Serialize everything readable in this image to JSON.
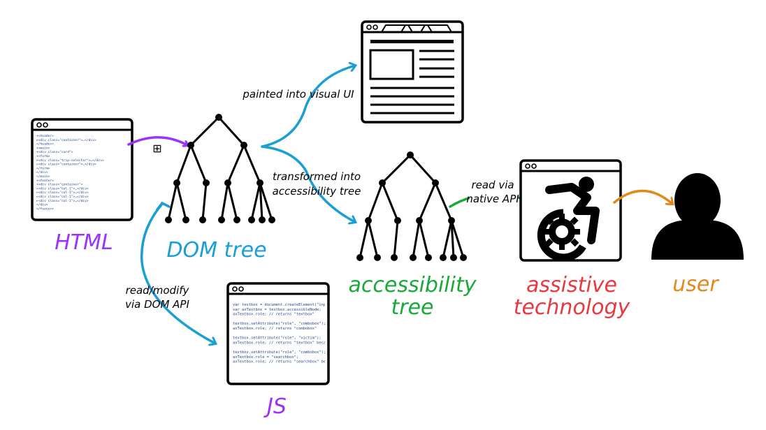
{
  "colors": {
    "html": "#9b30ff",
    "dom": "#1a9fd4",
    "accessibility": "#19a83a",
    "assistive": "#e8393e",
    "user": "#e08a1e",
    "js": "#9b30ff",
    "ink": "#000000"
  },
  "labels": {
    "html": "HTML",
    "dom_tree": "DOM tree",
    "accessibility_line1": "accessibility",
    "accessibility_line2": "tree",
    "assistive_line1": "assistive",
    "assistive_line2": "technology",
    "user": "user",
    "js": "JS"
  },
  "annotations": {
    "painted": "painted into visual UI",
    "transformed_line1": "transformed into",
    "transformed_line2": "accessibility tree",
    "read_modify_line1": "read/modify",
    "read_modify_line2": "via DOM API",
    "read_native_line1": "read via",
    "read_native_line2": "native API"
  },
  "icons": {
    "plus_box": "⊞"
  },
  "html_code": [
    "▾<header>",
    "  ▸<div class=\"container\">…</div>",
    "  </header>",
    "▾<main>",
    "  ▾<div class=\"card\">",
    "    ▾<form>",
    "      ▸<div class=\"trip-selector\">…</div>",
    "      ▸<div class=\"container\">…</div>",
    "    </form>",
    "  </div>",
    "</main>",
    "▾<footer>",
    "  ▾<div class=\"container\">",
    "    ▸<div class=\"col-1\">…</div>",
    "    ▸<div class=\"col-1\">…</div>",
    "    ▸<div class=\"col-1\">…</div>",
    "    ▸<div class=\"col-1\">…</div>",
    "  </div>",
    "</footer>"
  ],
  "js_code": [
    "var textbox = document.createElement(\"input",
    "var axTextbox = textbox.accessibleNode;",
    "axTextbox.role;  // returns \"textbox\"",
    "",
    "textbox.setAttribute(\"role\", \"combobox\");",
    "axTextbox.role;  // returns \"combobox\"",
    "",
    "textbox.setAttribute(\"role\", \"victim\");",
    "axTextbox.role;  // returns \"textbox\" becau",
    "",
    "textbox.setAttribute(\"role\", \"combobox\");",
    "axTextbox.role = \"searchbox\";",
    "axTextbox.role;  // returns \"searchbox\" bec"
  ]
}
